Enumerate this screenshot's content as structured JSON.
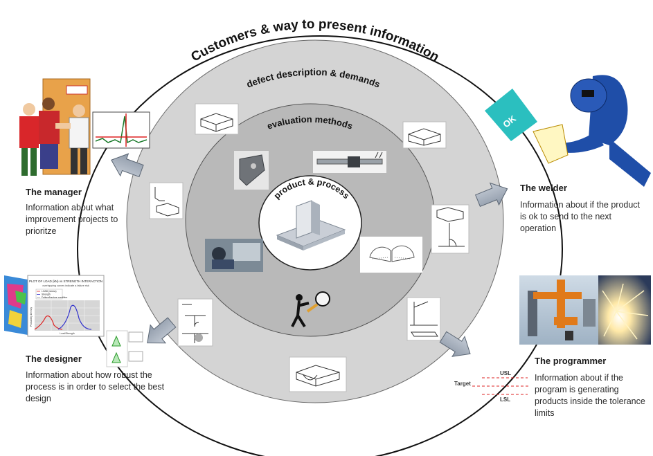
{
  "ring_labels": {
    "outer": "Customers & way to present information",
    "middle": "defect description & demands",
    "inner": "evaluation methods",
    "center": "product & process"
  },
  "roles": {
    "manager": {
      "title": "The manager",
      "info": "Information about what improvement projects to prioritze"
    },
    "welder": {
      "title": "The welder",
      "info": "Information about if the product is ok to send to the next operation"
    },
    "designer": {
      "title": "The designer",
      "info": "Information about how robust the process is in order to select the best design"
    },
    "programmer": {
      "title": "The programmer",
      "info": "Information about if the program is generating products inside the tolerance limits"
    }
  },
  "ok_badge": "OK",
  "designer_chart": {
    "title": "PLOT OF LOAD (kN) vs STRENGTH INTERACTION",
    "subtitle": "overlapping curves indicate a failure risk",
    "legend": [
      "LOAD (stress)",
      "Strength",
      "Failure/fracture condition"
    ],
    "ylabel": "Probability Density",
    "xlabel": "Load/Strength"
  },
  "tolerance": {
    "usl": "USL",
    "target": "Target",
    "lsl": "LSL"
  },
  "colors": {
    "outer_ring": "#d4d4d4",
    "middle_ring": "#b9b9b9",
    "inner_ring": "#a3a3a3",
    "center": "#ffffff",
    "arrow": "#a9b4c2",
    "welder_blue": "#1f4ea8",
    "robot_orange": "#e07a1a",
    "ok_teal": "#2bbfbf"
  }
}
